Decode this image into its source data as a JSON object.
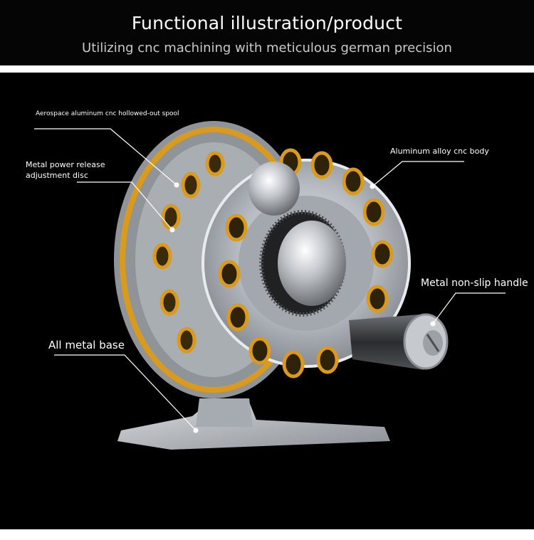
{
  "header": {
    "title": "Functional illustration/product",
    "subtitle": "Utilizing cnc machining with meticulous german precision"
  },
  "labels": {
    "spool": "Aerospace aluminum cnc hollowed-out spool",
    "disc": "Metal power release adjustment disc",
    "body": "Aluminum alloy cnc body",
    "handle": "Metal non-slip handle",
    "base": "All metal base"
  },
  "colors": {
    "header_bg": "#050505",
    "background": "#000000",
    "text": "#ffffff",
    "subtitle": "#c9c9c9",
    "gold_accent": "#d99a1e",
    "silver": "#b9bdc2"
  }
}
